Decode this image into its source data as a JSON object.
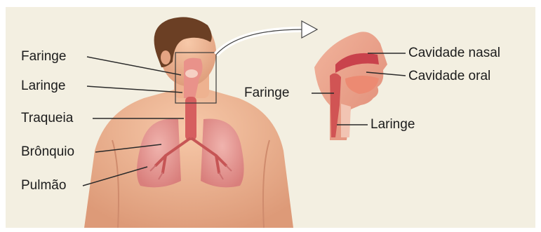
{
  "labels": {
    "faringe_left": "Faringe",
    "laringe_left": "Laringe",
    "traqueia": "Traqueia",
    "bronquio": "Brônquio",
    "pulmao": "Pulmão",
    "cavidade_nasal": "Cavidade nasal",
    "cavidade_oral": "Cavidade oral",
    "faringe_right": "Faringe",
    "laringe_right": "Laringe"
  },
  "colors": {
    "background": "#f3efe1",
    "skin": "#f0b796",
    "skin_shadow": "#d9967a",
    "hair": "#6b3f24",
    "lung": "#e89a95",
    "airway": "#d45e5e",
    "leader_line": "#2a2a2a"
  }
}
